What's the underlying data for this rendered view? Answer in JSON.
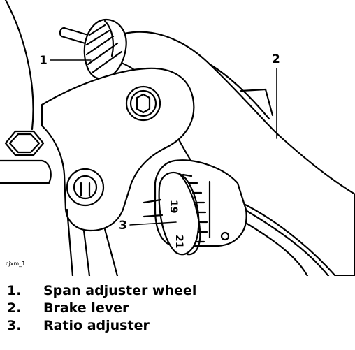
{
  "figure": {
    "reference_code": "cjxm_1",
    "dial_numbers": [
      "19",
      "21"
    ],
    "callouts": [
      "1",
      "2",
      "3"
    ]
  },
  "legend": [
    {
      "number": "1.",
      "label": "Span adjuster wheel"
    },
    {
      "number": "2.",
      "label": "Brake lever"
    },
    {
      "number": "3.",
      "label": "Ratio adjuster"
    }
  ]
}
